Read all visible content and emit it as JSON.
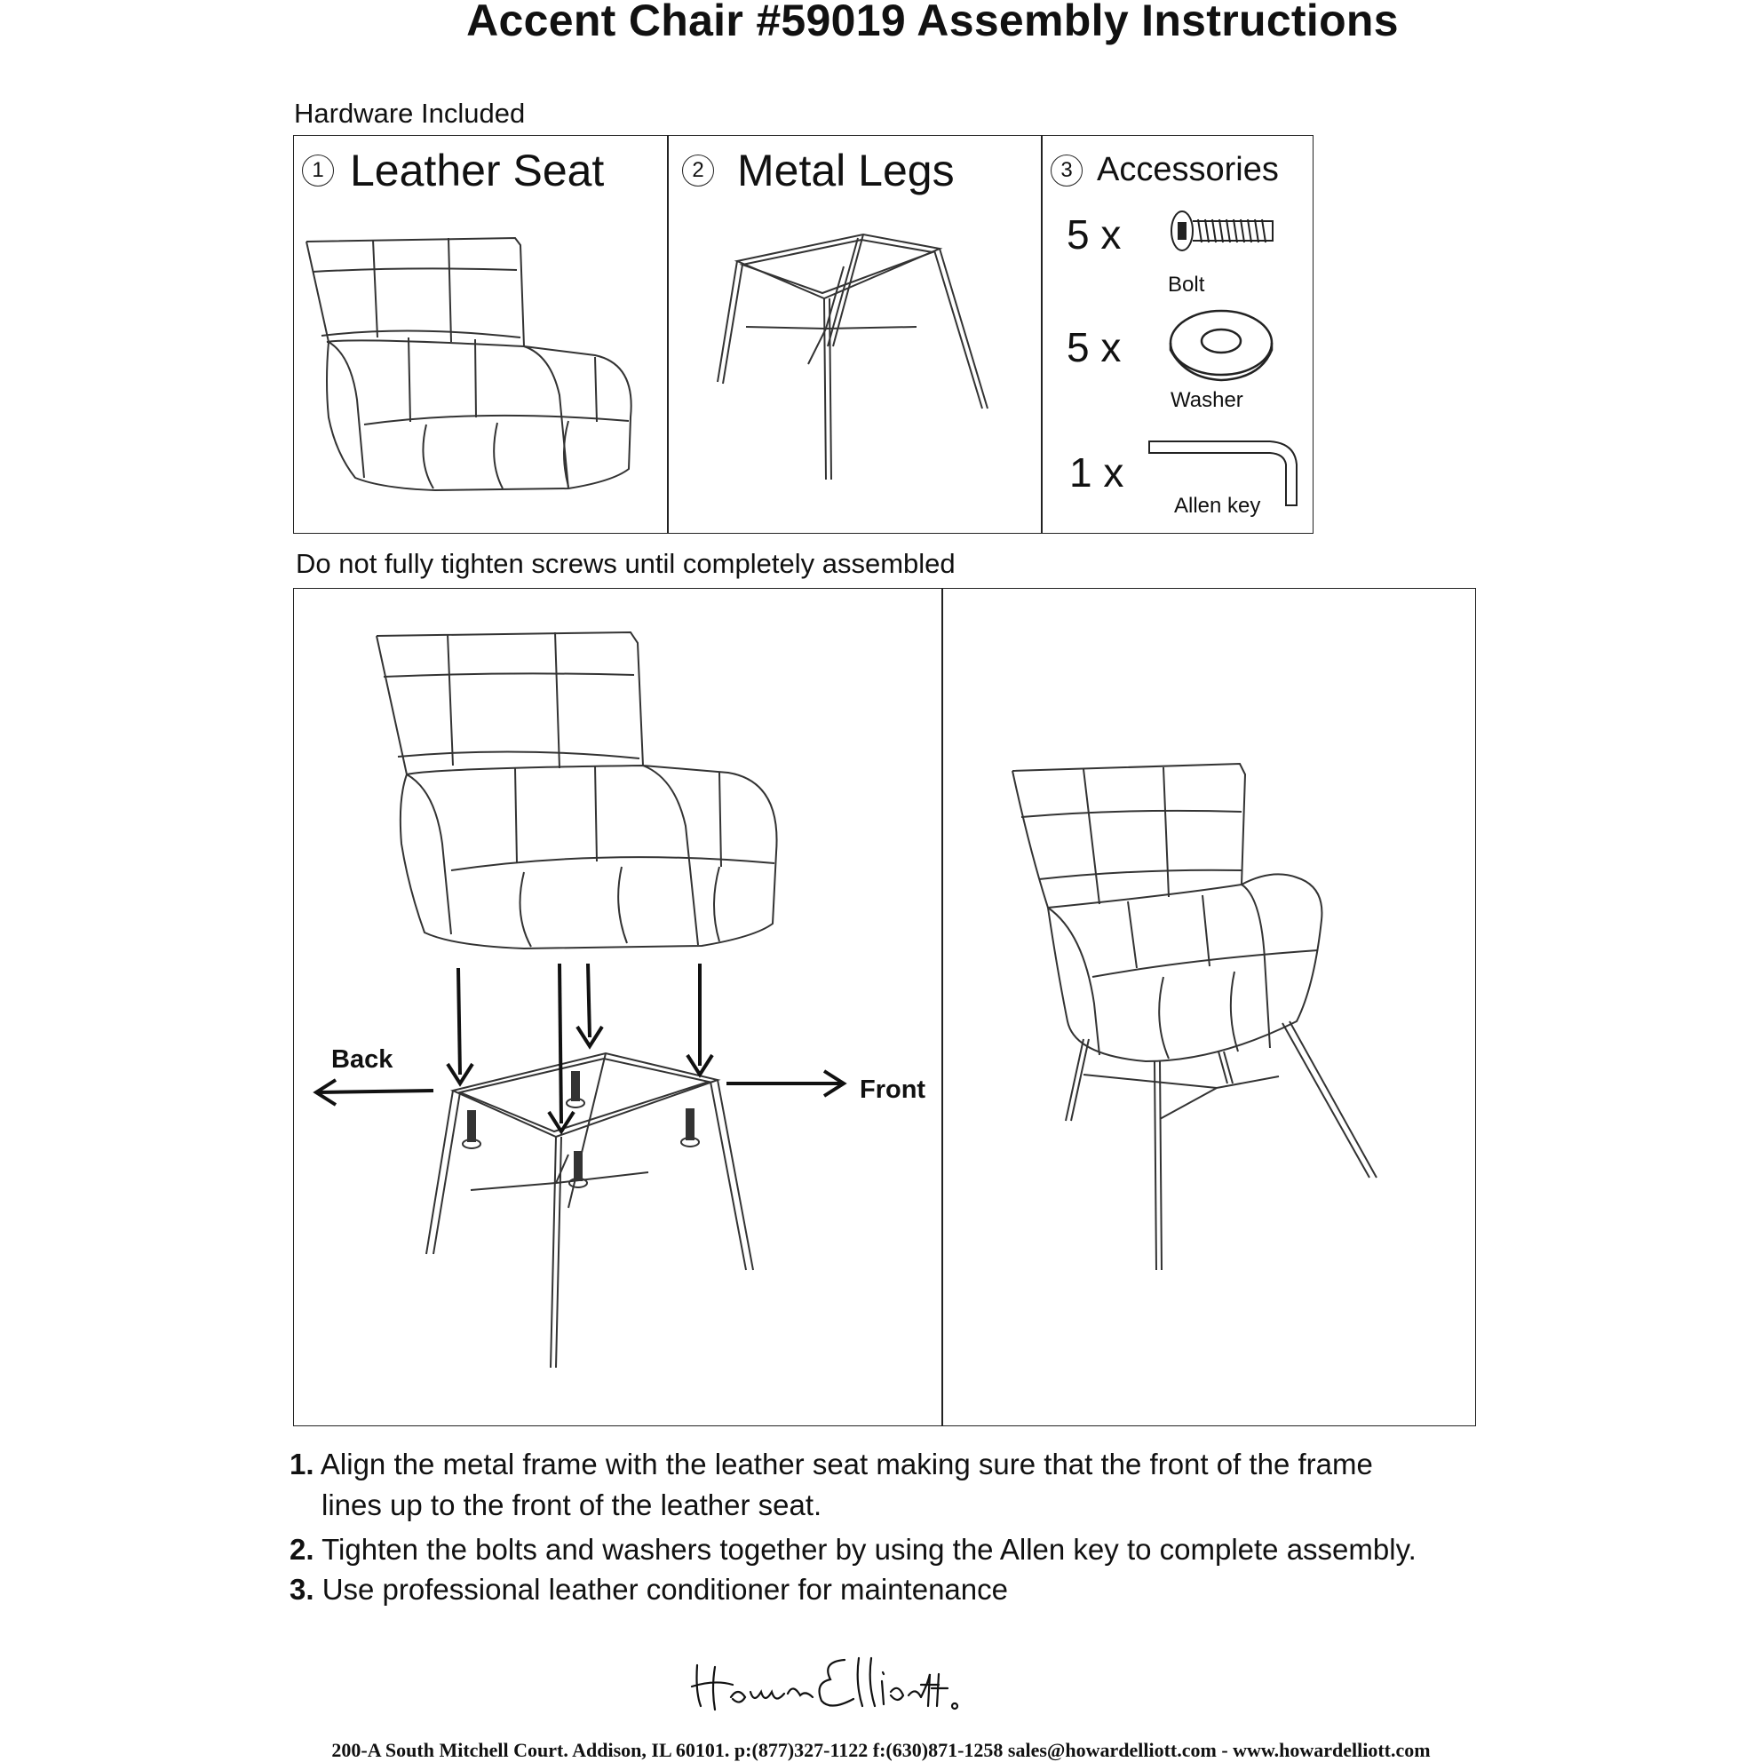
{
  "title": "Accent Chair #59019 Assembly Instructions",
  "hardware_heading": "Hardware Included",
  "parts": [
    {
      "number": "1",
      "name": "Leather Seat"
    },
    {
      "number": "2",
      "name": "Metal Legs"
    },
    {
      "number": "3",
      "name": "Accessories"
    }
  ],
  "accessories": [
    {
      "qty": "5 x",
      "label": "Bolt",
      "icon": "bolt-icon"
    },
    {
      "qty": "5 x",
      "label": "Washer",
      "icon": "washer-icon"
    },
    {
      "qty": "1 x",
      "label": "Allen key",
      "icon": "allen-key-icon"
    }
  ],
  "warning": "Do not fully tighten screws until completely assembled",
  "directions": {
    "back": "Back",
    "front": "Front"
  },
  "steps": [
    {
      "num": "1.",
      "lines": [
        "Align the metal frame with the leather seat making sure that the front of the frame",
        "lines up to the front of the leather seat."
      ]
    },
    {
      "num": "2.",
      "lines": [
        "Tighten the bolts and washers together by using the Allen key to complete assembly."
      ]
    },
    {
      "num": "3.",
      "lines": [
        "Use professional leather conditioner for maintenance"
      ]
    }
  ],
  "signature_text": "Howard Elliott",
  "footer": "200-A South Mitchell Court. Addison, IL 60101. p:(877)327-1122 f:(630)871-1258 sales@howardelliott.com - www.howardelliott.com"
}
